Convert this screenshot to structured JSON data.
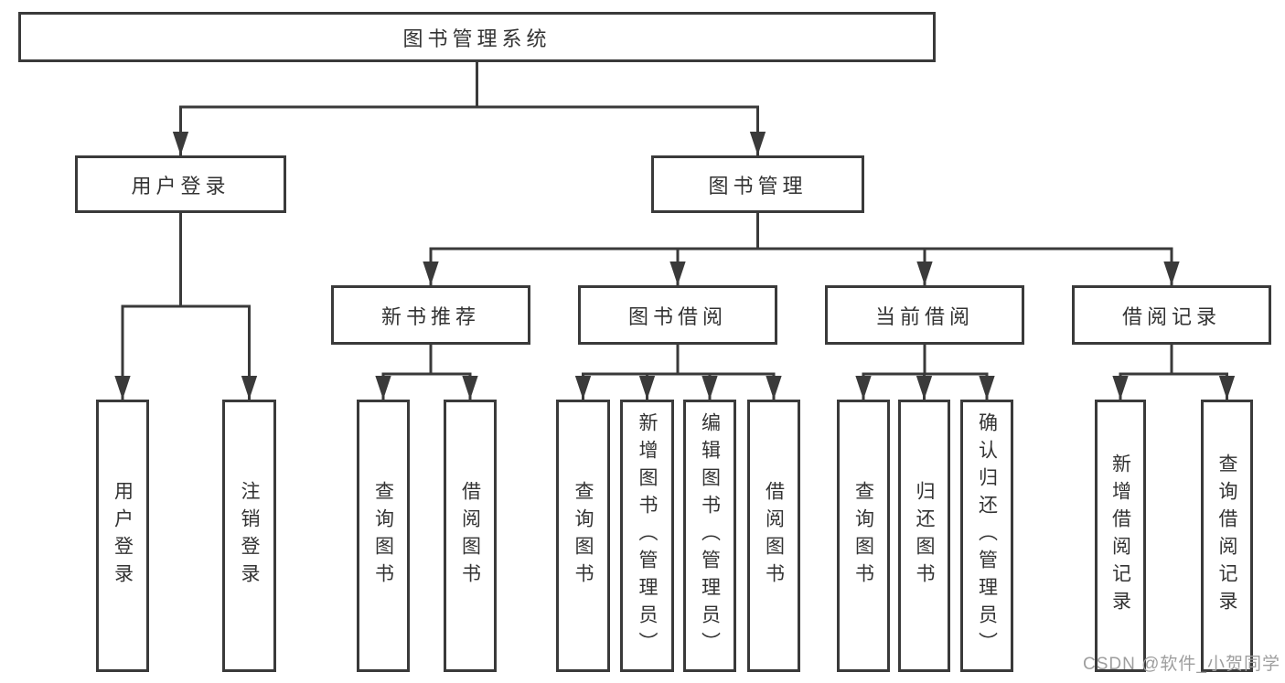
{
  "watermark": "CSDN @软件_小贺同学",
  "colors": {
    "line": "#3a3a3a",
    "text": "#333333",
    "watermark": "#9e9e9e",
    "background": "#ffffff"
  },
  "tree": {
    "root": {
      "label": "图书管理系统"
    },
    "branches": [
      {
        "label": "用户登录",
        "children": [
          {
            "label": "用户登录"
          },
          {
            "label": "注销登录"
          }
        ]
      },
      {
        "label": "图书管理",
        "children": [
          {
            "label": "新书推荐",
            "children": [
              {
                "label": "查询图书"
              },
              {
                "label": "借阅图书"
              }
            ]
          },
          {
            "label": "图书借阅",
            "children": [
              {
                "label": "查询图书"
              },
              {
                "label": "新增图书（管理员）"
              },
              {
                "label": "编辑图书（管理员）"
              },
              {
                "label": "借阅图书"
              }
            ]
          },
          {
            "label": "当前借阅",
            "children": [
              {
                "label": "查询图书"
              },
              {
                "label": "归还图书"
              },
              {
                "label": "确认归还（管理员）"
              }
            ]
          },
          {
            "label": "借阅记录",
            "children": [
              {
                "label": "新增借阅记录"
              },
              {
                "label": "查询借阅记录"
              }
            ]
          }
        ]
      }
    ]
  }
}
